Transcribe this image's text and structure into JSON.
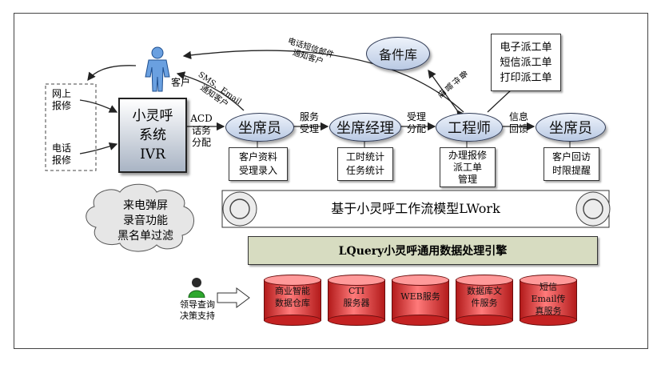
{
  "customer": "客户",
  "online_report": "网上报修",
  "phone_report": "电话报修",
  "ivr": {
    "l1": "小灵呼",
    "l2": "系统",
    "l3": "IVR"
  },
  "acd": {
    "l1": "ACD",
    "l2": "话务",
    "l3": "分配"
  },
  "agent": "坐席员",
  "service_accept": {
    "l1": "服务",
    "l2": "受理"
  },
  "agent_manager": "坐席经理",
  "accept_dispatch": {
    "l1": "受理",
    "l2": "分配"
  },
  "engineer": "工程师",
  "info_feedback": {
    "l1": "信息",
    "l2": "回馈"
  },
  "agent2": "坐席员",
  "parts_store": "备件库",
  "parts_manage": {
    "l1": "备件",
    "l2": "管理"
  },
  "dispatch_types": {
    "l1": "电子派工单",
    "l2": "短信派工单",
    "l3": "打印派工单"
  },
  "sms_email": "SMS、Email",
  "notify_customer": "通知客户",
  "sms_mail_notify": {
    "l1": "电话短信邮件",
    "l2": "通知客户"
  },
  "box_agent": {
    "l1": "客户资料",
    "l2": "受理录入"
  },
  "box_manager": {
    "l1": "工时统计",
    "l2": "任务统计"
  },
  "box_engineer": {
    "l1": "办理报修",
    "l2": "派工单",
    "l3": "管理"
  },
  "box_agent2": {
    "l1": "客户回访",
    "l2": "时限提醒"
  },
  "cloud": {
    "l1": "来电弹屏",
    "l2": "录音功能",
    "l3": "黑名单过滤"
  },
  "workflow": "基于小灵呼工作流模型LWork",
  "engine": "LQuery小灵呼通用数据处理引擎",
  "leader": {
    "l1": "领导查询",
    "l2": "决策支持"
  },
  "db1": {
    "l1": "商业智能",
    "l2": "数据仓库"
  },
  "db2": {
    "l1": "CTI",
    "l2": "服务器"
  },
  "db3": {
    "l1": "WEB服务",
    "l2": ""
  },
  "db4": {
    "l1": "数据库文",
    "l2": "件服务"
  },
  "db5": {
    "l1": "短信",
    "l2": "Email传",
    "l3": "真服务"
  }
}
